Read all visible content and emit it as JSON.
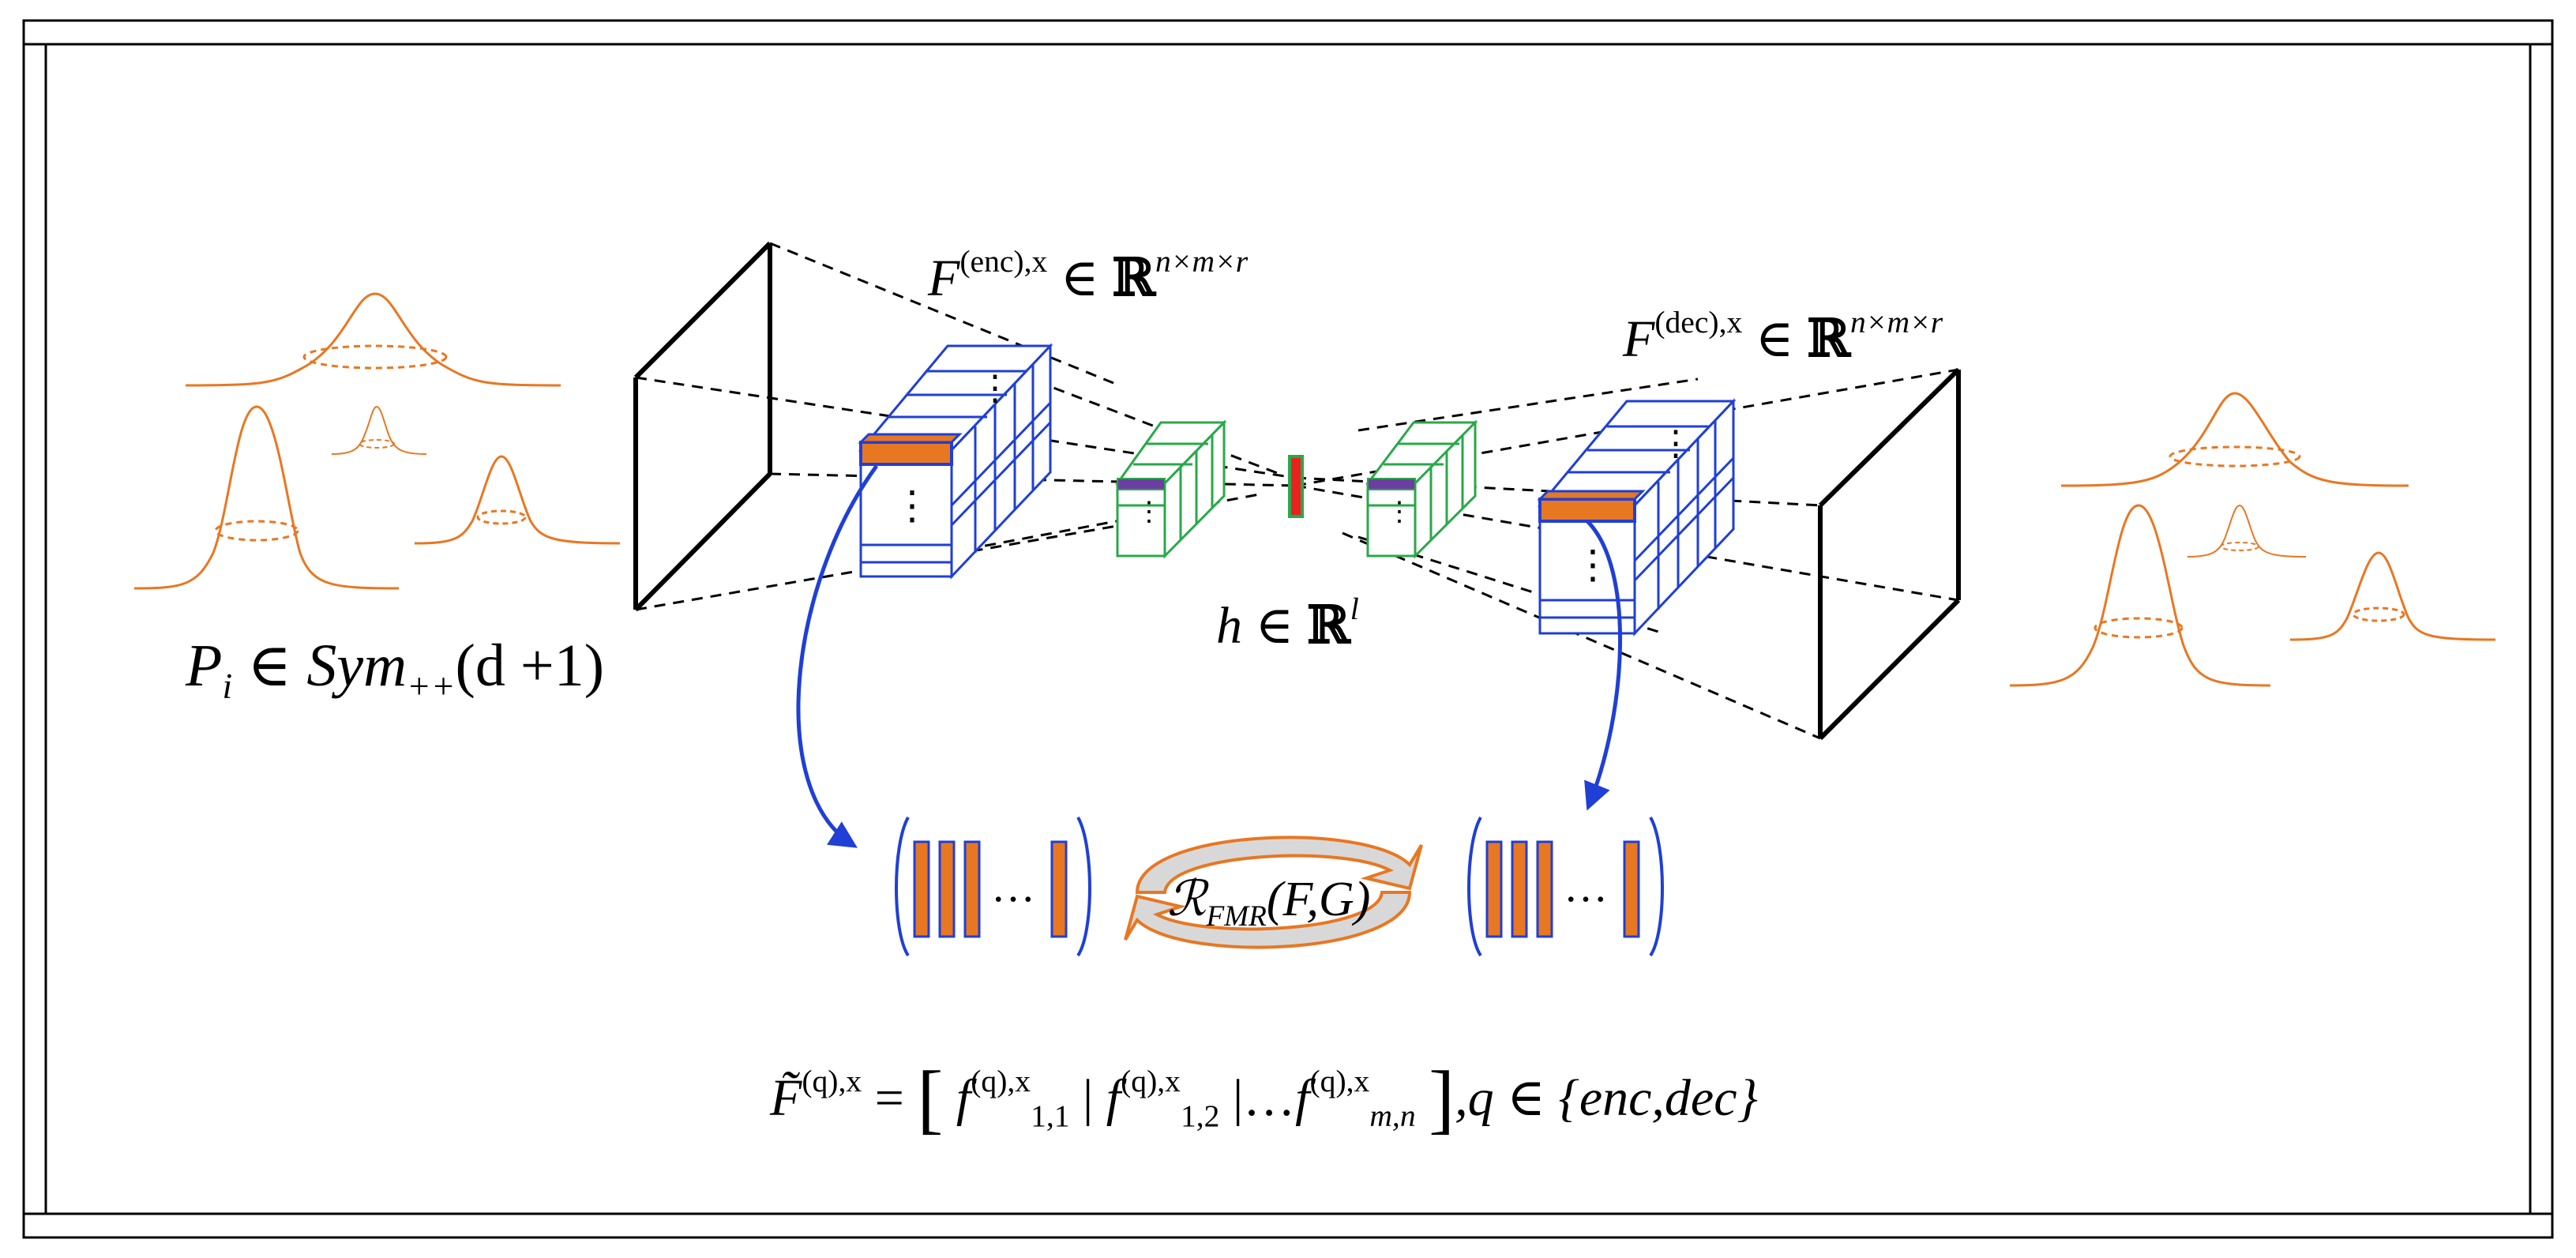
{
  "labels": {
    "gaussian_set": {
      "p": "P",
      "p_sub": "i",
      "rest": "∈ Sym",
      "sym_sub": "++",
      "tail": "(d +1)"
    },
    "enc_feature": {
      "f": "F",
      "sup": "(enc),x",
      "in": "∈",
      "bb": "ℝ",
      "dims": "n×m×r"
    },
    "dec_feature": {
      "f": "F",
      "sup": "(dec),x",
      "in": "∈",
      "bb": "ℝ",
      "dims": "n×m×r"
    },
    "latent": {
      "h": "h",
      "in": "∈",
      "bb": "ℝ",
      "dim": "l"
    },
    "regularizer": {
      "r": "ℛ",
      "sub": "FMR",
      "args": "(F,G)"
    },
    "matrix_ellipsis": "…",
    "cube_dots": "⋮",
    "formula": {
      "lhs": "F̃",
      "lhs_sup": "(q),x",
      "eq": "=",
      "open": "[",
      "f": "f",
      "f1_sup": "(q),x",
      "f1_sub": "1,1",
      "sep1": "|",
      "f2_sup": "(q),x",
      "f2_sub": "1,2",
      "sep2": "|…",
      "f3_sup": "(q),x",
      "f3_sub": "m,n",
      "close": "]",
      "tail": ",q ∈ {enc,dec}"
    }
  },
  "colors": {
    "orange": "#e87722",
    "blue": "#1f3fd6",
    "green": "#2aa84a",
    "red": "#e8231f",
    "purple": "#6b3fa0",
    "black": "#000000",
    "gray": "#d8d8d8"
  }
}
